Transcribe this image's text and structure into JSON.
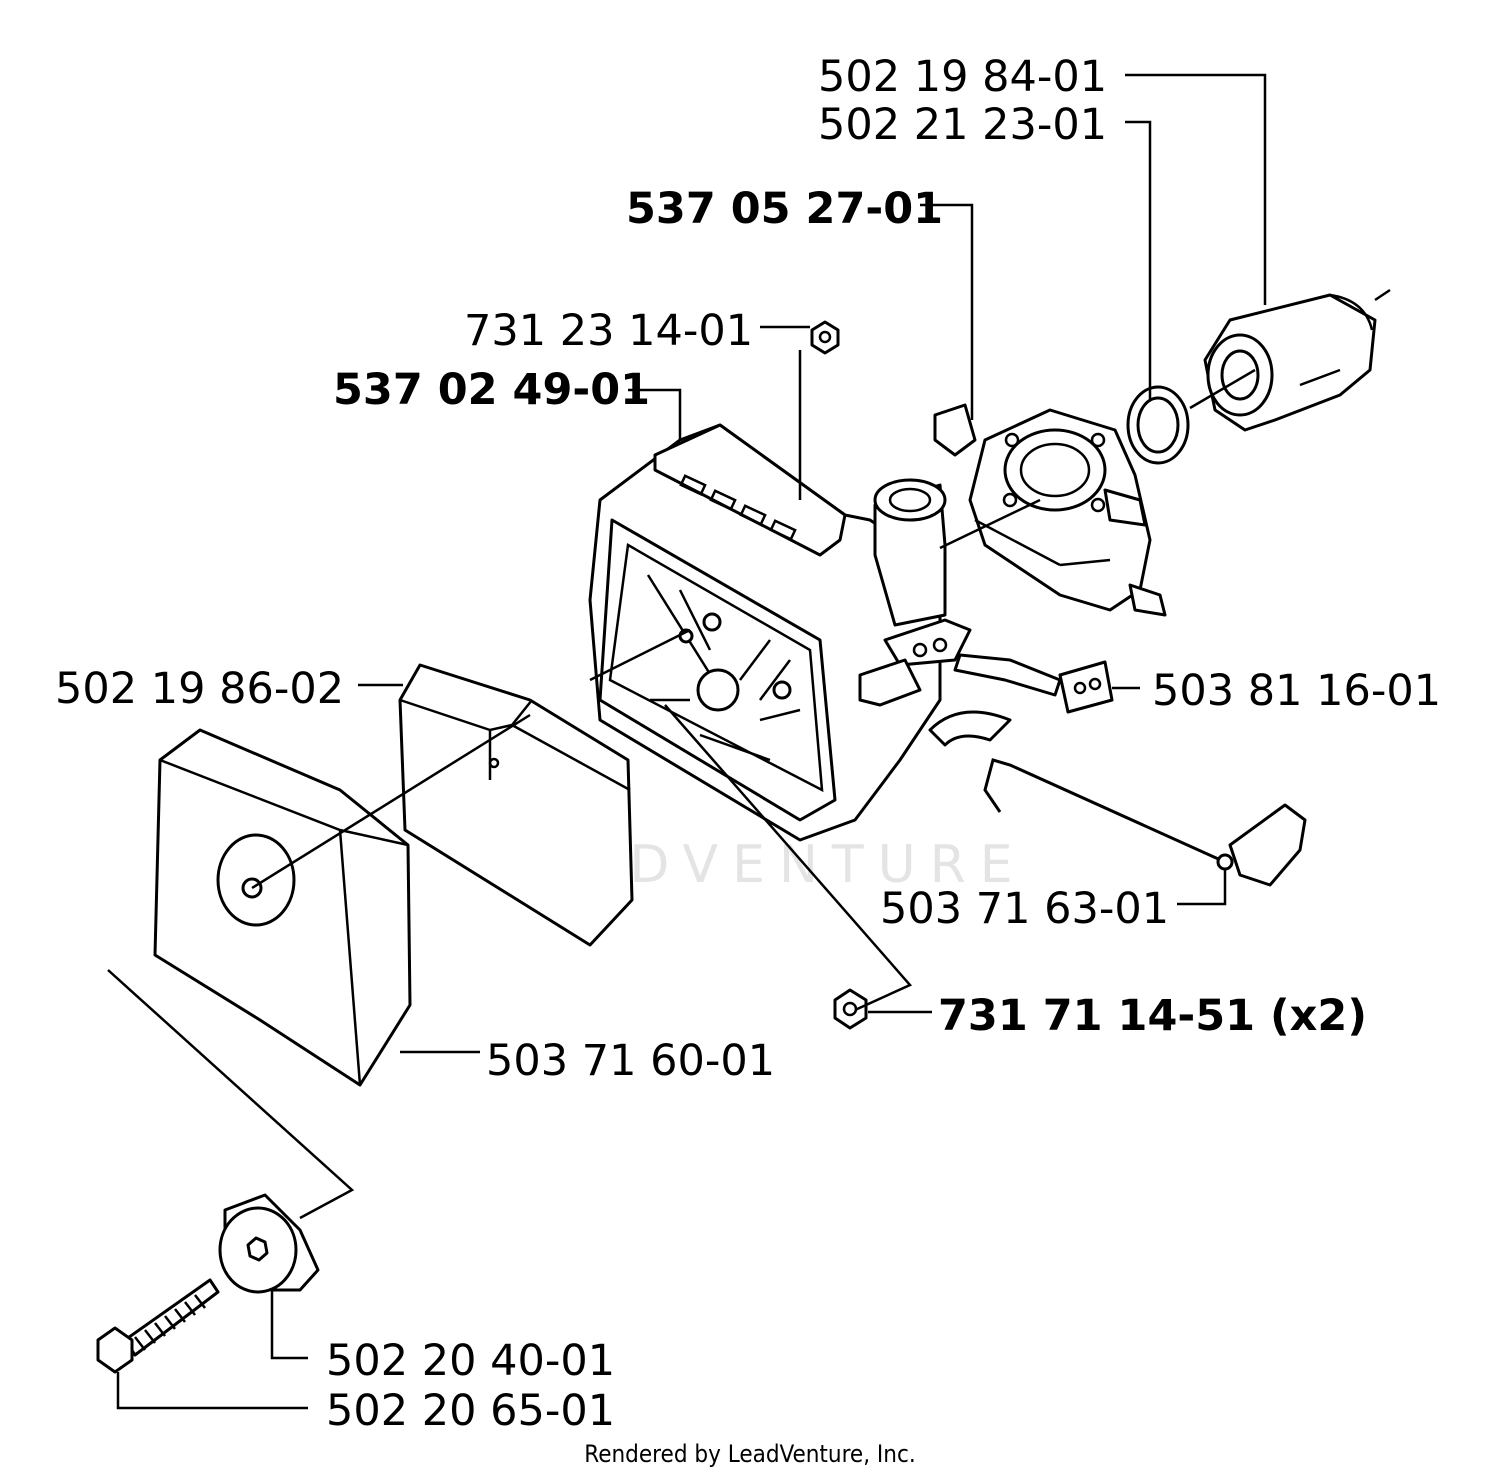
{
  "watermark": "LEADVENTURE",
  "footer": "Rendered by LeadVenture, Inc.",
  "parts": [
    {
      "number": "502 19 84-01",
      "bold": false
    },
    {
      "number": "502 21 23-01",
      "bold": false
    },
    {
      "number": "537 05 27-01",
      "bold": true
    },
    {
      "number": "731 23 14-01",
      "bold": false
    },
    {
      "number": "537 02 49-01",
      "bold": true
    },
    {
      "number": "502 19 86-02",
      "bold": false
    },
    {
      "number": "503 81 16-01",
      "bold": false
    },
    {
      "number": "503 71 63-01",
      "bold": false
    },
    {
      "number": "731 71 14-51 (x2)",
      "bold": true
    },
    {
      "number": "503 71 60-01",
      "bold": false
    },
    {
      "number": "502 20 40-01",
      "bold": false
    },
    {
      "number": "502 20 65-01",
      "bold": false
    }
  ]
}
